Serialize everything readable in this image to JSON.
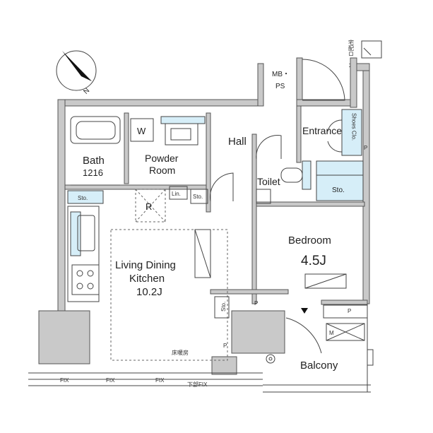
{
  "rooms": {
    "bath": "Bath",
    "bath_size": "1216",
    "powder": "Powder",
    "powder2": "Room",
    "hall": "Hall",
    "entrance": "Entrance",
    "toilet": "Toilet",
    "bedroom": "Bedroom",
    "bedroom_size": "4.5J",
    "ldk1": "Living Dining",
    "ldk2": "Kitchen",
    "ldk_size": "10.2J",
    "balcony": "Balcony"
  },
  "labels": {
    "w": "W",
    "lin": "Lin.",
    "sto": "Sto.",
    "r": "R",
    "mbps1": "MB・",
    "mbps2": "PS",
    "shoes": "Shoes Clo.",
    "p": "P",
    "m": "M",
    "floor_heating": "床暖房",
    "fix": "FIX",
    "lower_fix": "下部FIX",
    "locker": "宅配ロッカー",
    "north": "N"
  },
  "colors": {
    "wall": "#c9c9c9",
    "storage": "#d6eef8"
  }
}
